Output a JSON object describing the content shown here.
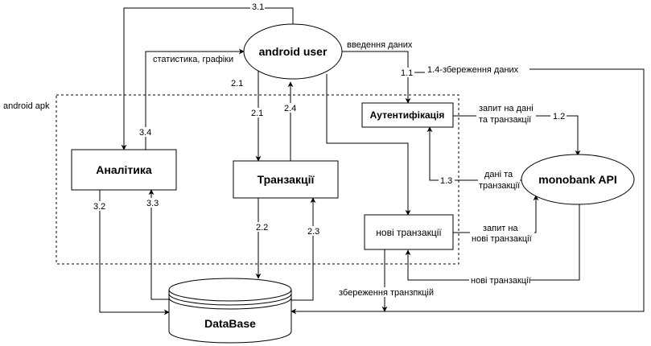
{
  "nodes": {
    "android_user": "android user",
    "analytics": "Аналітика",
    "transactions": "Транзакції",
    "authentication": "Аутентифікація",
    "new_transactions": "нові транзакції",
    "monobank_api": "monobank API",
    "database": "DataBase"
  },
  "boundary": {
    "label": "android apk"
  },
  "edges": {
    "e3_1": "3.1",
    "stats": "статистика, графіки",
    "e2_1_top": "2.1",
    "input": "введення даних",
    "e1_1": "1.1",
    "e1_4": "1.4-збереження даних",
    "e2_1": "2.1",
    "e2_4": "2.4",
    "e3_4": "3.4",
    "req_line1": "запит на дані",
    "req_line2": "та транзакції",
    "e1_2": "1.2",
    "e1_3": "1.3",
    "data_line1": "дані та",
    "data_line2": "транзакції",
    "e3_2": "3.2",
    "e3_3": "3.3",
    "e2_2": "2.2",
    "e2_3": "2.3",
    "newreq_line1": "запит на",
    "newreq_line2": "нові транзакції",
    "new_tx": "нові транзакції",
    "save_tx": "збереження транзпкцій"
  }
}
